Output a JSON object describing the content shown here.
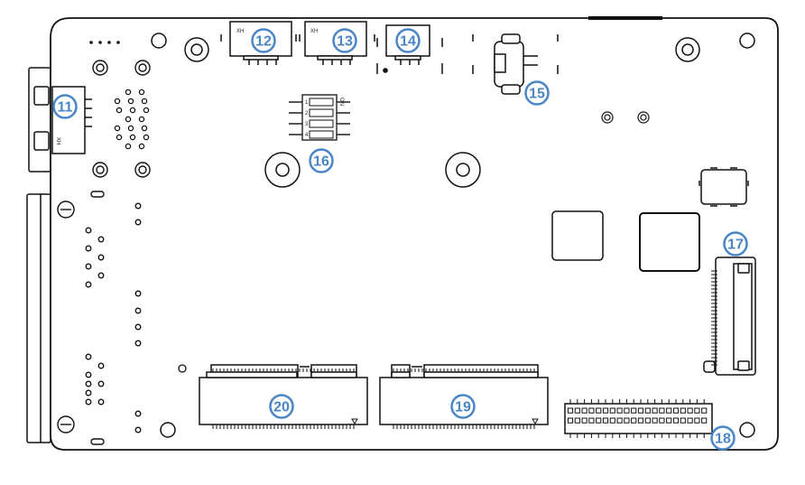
{
  "diagram": {
    "connector_label": "XH",
    "dip_switch_numbers": [
      "1",
      "2",
      "3",
      "4"
    ],
    "dip_switch_on_label": "ON",
    "callouts": [
      {
        "id": "11",
        "label": "11",
        "part": "left-connector-11"
      },
      {
        "id": "12",
        "label": "12",
        "part": "connector-12"
      },
      {
        "id": "13",
        "label": "13",
        "part": "connector-13"
      },
      {
        "id": "14",
        "label": "14",
        "part": "connector-14"
      },
      {
        "id": "15",
        "label": "15",
        "part": "connector-15"
      },
      {
        "id": "16",
        "label": "16",
        "part": "dip-switch-16"
      },
      {
        "id": "17",
        "label": "17",
        "part": "fpc-connector-17"
      },
      {
        "id": "18",
        "label": "18",
        "part": "pin-header-18"
      },
      {
        "id": "19",
        "label": "19",
        "part": "m2-slot-19"
      },
      {
        "id": "20",
        "label": "20",
        "part": "m2-slot-20"
      }
    ],
    "colors": {
      "outline": "#111111",
      "callout": "#4a86c5",
      "callout_fill": "#ffffff"
    }
  }
}
